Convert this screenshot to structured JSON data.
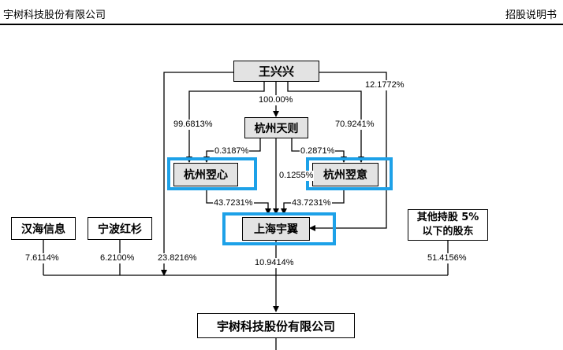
{
  "header": {
    "left": "宇树科技股份有限公司",
    "right": "招股说明书"
  },
  "entities": {
    "wang": "王兴兴",
    "hz_tianze": "杭州天则",
    "hz_yixin": "杭州翌心",
    "hz_yiyi": "杭州翌意",
    "sh_yuyi": "上海宇翼",
    "hanhai": "汉海信息",
    "ningbo": "宁波红杉",
    "others_line1": "其他持股 5%",
    "others_line2": "以下的股东",
    "company": "宇树科技股份有限公司"
  },
  "percentages": {
    "wang_tianze": "100.00%",
    "wang_yixin": "99.6813%",
    "wang_yiyi": "70.9241%",
    "wang_yuyi": "12.1772%",
    "tianze_yixin": "0.3187%",
    "tianze_yiyi": "0.2871%",
    "tianze_yuyi": "0.1255%",
    "yixin_yuyi": "43.7231%",
    "yiyi_yuyi": "43.7231%",
    "hanhai_company": "7.6114%",
    "ningbo_company": "6.2100%",
    "wang_company": "23.8216%",
    "yuyi_company": "10.9414%",
    "others_company": "51.4156%"
  },
  "highlight_color": "#1da1e8"
}
